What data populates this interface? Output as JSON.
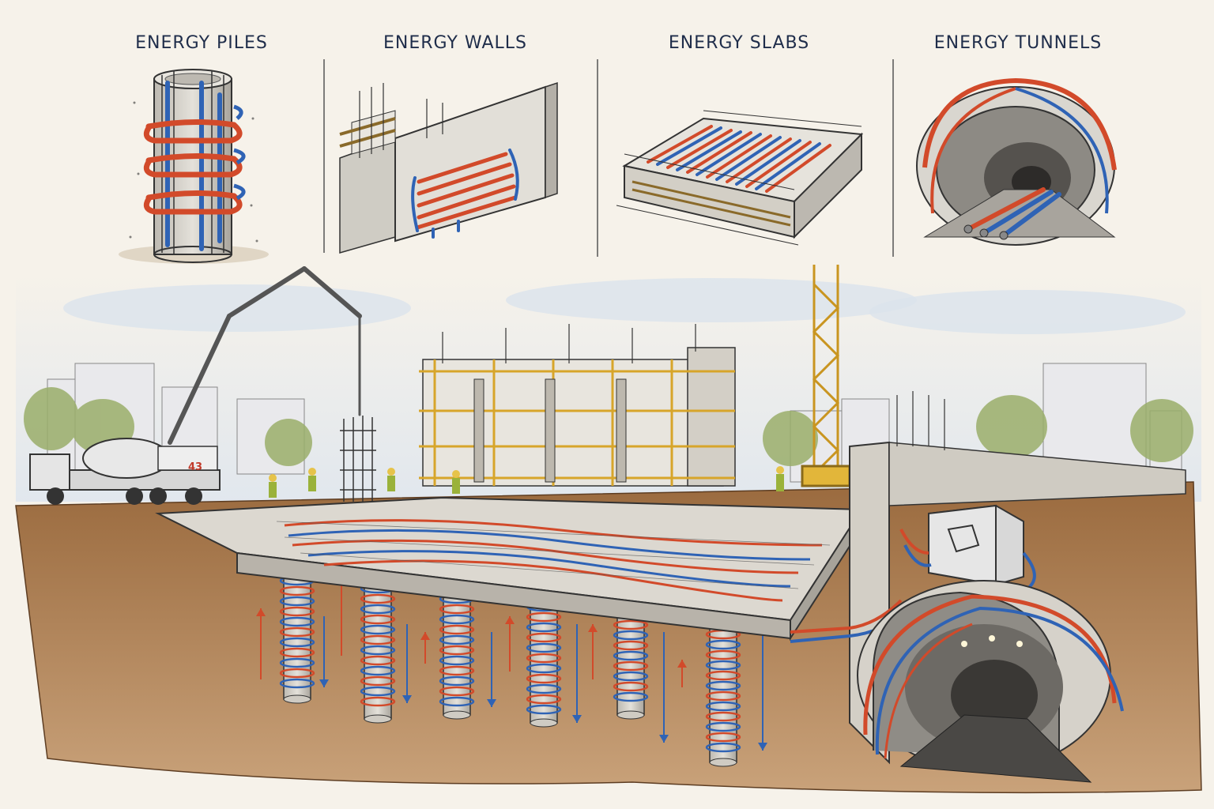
{
  "panels": [
    {
      "title": "ENERGY PILES"
    },
    {
      "title": "ENERGY WALLS"
    },
    {
      "title": "ENERGY SLABS"
    },
    {
      "title": "ENERGY TUNNELS"
    }
  ],
  "truck": {
    "badge": "43"
  },
  "colors": {
    "hot": "#d24a2a",
    "cold": "#2f63b5",
    "concrete": "#d9d6cf",
    "soil": "#8a5a34",
    "scaffold": "#d7a52a",
    "ink": "#2a2a2a",
    "title": "#1f2d4a"
  }
}
